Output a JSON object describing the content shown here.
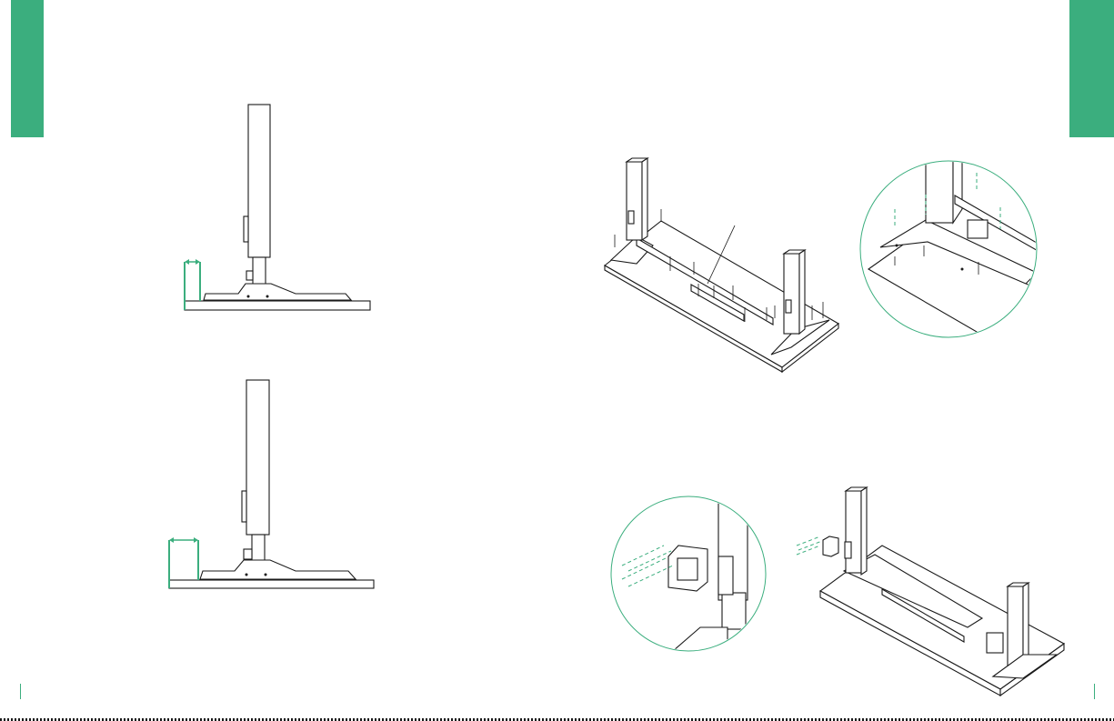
{
  "theme": {
    "accent": "#3BAE7E",
    "ink": "#1a1a1a"
  },
  "layout": {
    "left_page": "diagram-page",
    "right_page": "diagram-page"
  },
  "figures": [
    {
      "id": "foot-offset-small",
      "icon": "double-arrow-icon"
    },
    {
      "id": "foot-offset-large",
      "icon": "double-arrow-icon"
    },
    {
      "id": "crossbar-assembly",
      "icon": "screw-icon"
    },
    {
      "id": "crossbar-detail-zoom",
      "icon": "magnifier-circle"
    },
    {
      "id": "control-box-detail-zoom",
      "icon": "magnifier-circle"
    },
    {
      "id": "control-box-assembly",
      "icon": "screw-icon"
    }
  ]
}
